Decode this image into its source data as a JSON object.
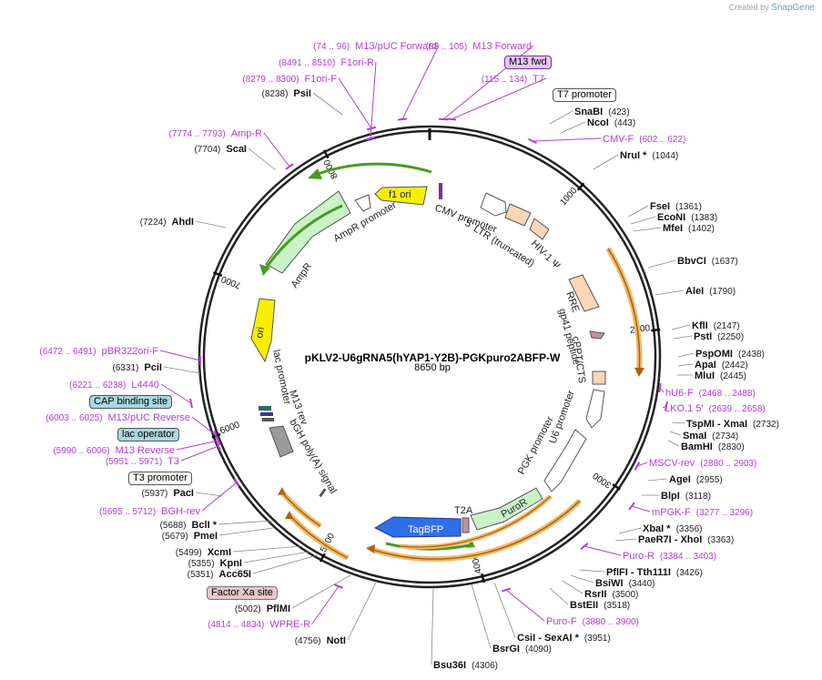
{
  "header": {
    "created_by": "Created by",
    "brand": "SnapGene"
  },
  "plasmid": {
    "name": "pKLV2-U6gRNA5(hYAP1-Y2B)-PGKpuro2ABFP-W",
    "size": "8650 bp"
  },
  "ticks": [
    "1000",
    "2000",
    "3000",
    "4000",
    "5000",
    "6000",
    "7000",
    "8000"
  ],
  "tagged_labels": {
    "m13_fwd": "M13 fwd",
    "t7_promoter": "T7 promoter",
    "cap_binding_site": "CAP binding site",
    "lac_operator": "lac operator",
    "t3_promoter": "T3 promoter",
    "factor_xa_site": "Factor Xa site"
  },
  "sites": [
    {
      "name": "SnaBI",
      "pos": "(423)"
    },
    {
      "name": "NcoI",
      "pos": "(443)"
    },
    {
      "name": "NruI *",
      "pos": "(1044)"
    },
    {
      "name": "FseI",
      "pos": "(1361)"
    },
    {
      "name": "EcoNI",
      "pos": "(1383)"
    },
    {
      "name": "MfeI",
      "pos": "(1402)"
    },
    {
      "name": "BbvCI",
      "pos": "(1637)"
    },
    {
      "name": "AleI",
      "pos": "(1790)"
    },
    {
      "name": "KflI",
      "pos": "(2147)"
    },
    {
      "name": "PstI",
      "pos": "(2250)"
    },
    {
      "name": "PspOMI",
      "pos": "(2438)"
    },
    {
      "name": "ApaI",
      "pos": "(2442)"
    },
    {
      "name": "MluI",
      "pos": "(2445)"
    },
    {
      "name": "TspMI - XmaI",
      "pos": "(2732)"
    },
    {
      "name": "SmaI",
      "pos": "(2734)"
    },
    {
      "name": "BamHI",
      "pos": "(2830)"
    },
    {
      "name": "AgeI",
      "pos": "(2955)"
    },
    {
      "name": "BlpI",
      "pos": "(3118)"
    },
    {
      "name": "XbaI *",
      "pos": "(3356)"
    },
    {
      "name": "PaeR7I - XhoI",
      "pos": "(3363)"
    },
    {
      "name": "PflFI - Tth111I",
      "pos": "(3426)"
    },
    {
      "name": "BsiWI",
      "pos": "(3440)"
    },
    {
      "name": "RsrII",
      "pos": "(3500)"
    },
    {
      "name": "BstEII",
      "pos": "(3518)"
    },
    {
      "name": "CsiI - SexAI *",
      "pos": "(3951)"
    },
    {
      "name": "BsrGI",
      "pos": "(4090)"
    },
    {
      "name": "Bsu36I",
      "pos": "(4306)"
    },
    {
      "name": "NotI",
      "pos": "(4756)"
    },
    {
      "name": "PflMI",
      "pos": "(5002)"
    },
    {
      "name": "Acc65I",
      "pos": "(5351)"
    },
    {
      "name": "KpnI",
      "pos": "(5355)"
    },
    {
      "name": "XcmI",
      "pos": "(5499)"
    },
    {
      "name": "PmeI",
      "pos": "(5679)"
    },
    {
      "name": "BclI *",
      "pos": "(5688)"
    },
    {
      "name": "PacI",
      "pos": "(5937)"
    },
    {
      "name": "PciI",
      "pos": "(6331)"
    },
    {
      "name": "AhdI",
      "pos": "(7224)"
    },
    {
      "name": "ScaI",
      "pos": "(7704)"
    },
    {
      "name": "PsiI",
      "pos": "(8238)"
    }
  ],
  "primers": [
    {
      "name": "M13/pUC Forward",
      "range": "(74 .. 96)"
    },
    {
      "name": "M13 Forward",
      "range": "(88 .. 105)"
    },
    {
      "name": "F1ori-R",
      "range": "(8491 .. 8510)"
    },
    {
      "name": "F1ori-F",
      "range": "(8279 .. 8300)"
    },
    {
      "name": "T7",
      "range": "(115 .. 134)"
    },
    {
      "name": "Amp-R",
      "range": "(7774 .. 7793)"
    },
    {
      "name": "CMV-F",
      "range": "(602 .. 622)"
    },
    {
      "name": "hU6-F",
      "range": "(2468 .. 2488)"
    },
    {
      "name": "LKO.1 5'",
      "range": "(2639 .. 2658)"
    },
    {
      "name": "MSCV-rev",
      "range": "(2880 .. 2903)"
    },
    {
      "name": "mPGK-F",
      "range": "(3277 .. 3296)"
    },
    {
      "name": "Puro-R",
      "range": "(3384 .. 3403)"
    },
    {
      "name": "Puro-F",
      "range": "(3880 .. 3900)"
    },
    {
      "name": "WPRE-R",
      "range": "(4814 .. 4834)"
    },
    {
      "name": "BGH-rev",
      "range": "(5695 .. 5712)"
    },
    {
      "name": "T3",
      "range": "(5951 .. 5971)"
    },
    {
      "name": "M13 Reverse",
      "range": "(5990 .. 6006)"
    },
    {
      "name": "M13/pUC Reverse",
      "range": "(6003 .. 6025)"
    },
    {
      "name": "L4440",
      "range": "(6221 .. 6238)"
    },
    {
      "name": "pBR322ori-F",
      "range": "(6472 .. 6491)"
    }
  ],
  "features": {
    "f1_ori": "f1 ori",
    "ampr_promoter": "AmpR promoter",
    "ampr": "AmpR",
    "ori": "ori",
    "lac_promoter": "lac promoter",
    "m13_rev": "M13 rev",
    "bgh_polya": "bGH poly(A) signal",
    "cmv_promoter": "CMV promoter",
    "ltr": "5' LTR (truncated)",
    "hiv_psi": "HIV-1 Ψ",
    "rre": "RRE",
    "gp41": "gp41 peptide",
    "cppt": "cPPT/CTS",
    "u6_promoter": "U6 promoter",
    "pgk_promoter": "PGK promoter",
    "puror": "PuroR",
    "t2a": "T2A",
    "tagbfp": "TagBFP"
  },
  "colors": {
    "primer": "#b43ed6",
    "orange_feature": "#f2b968",
    "green_arrow": "#4a9a1f",
    "yellow_ori": "#f7ee00",
    "light_green": "#c9f2c6",
    "peach": "#fcd6b6",
    "blue_tagbfp": "#2f6fe8"
  }
}
